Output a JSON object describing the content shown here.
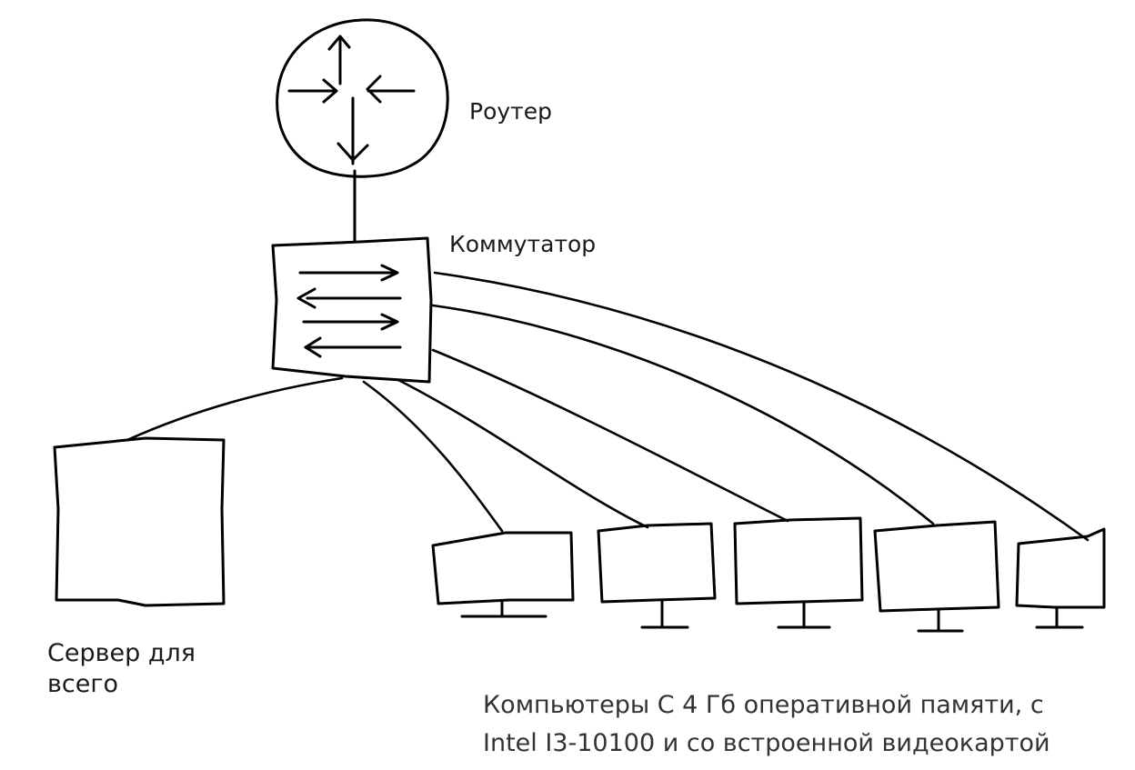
{
  "colors": {
    "ink": "#000000",
    "background": "#ffffff",
    "text": "#1a1a1a"
  },
  "nodes": {
    "router": {
      "label": "Роутер",
      "icon": "router-icon"
    },
    "switch": {
      "label": "Коммутатор",
      "icon": "switch-icon"
    },
    "server": {
      "label_line1": "Сервер для",
      "label_line2": "всего",
      "icon": "server-icon"
    },
    "computers": {
      "label_line1": "Компьютеры С 4 Гб оперативной памяти, с",
      "label_line2": "Intel I3-10100 и со встроенной видеокартой",
      "count": 5,
      "icon": "monitor-icon"
    }
  }
}
